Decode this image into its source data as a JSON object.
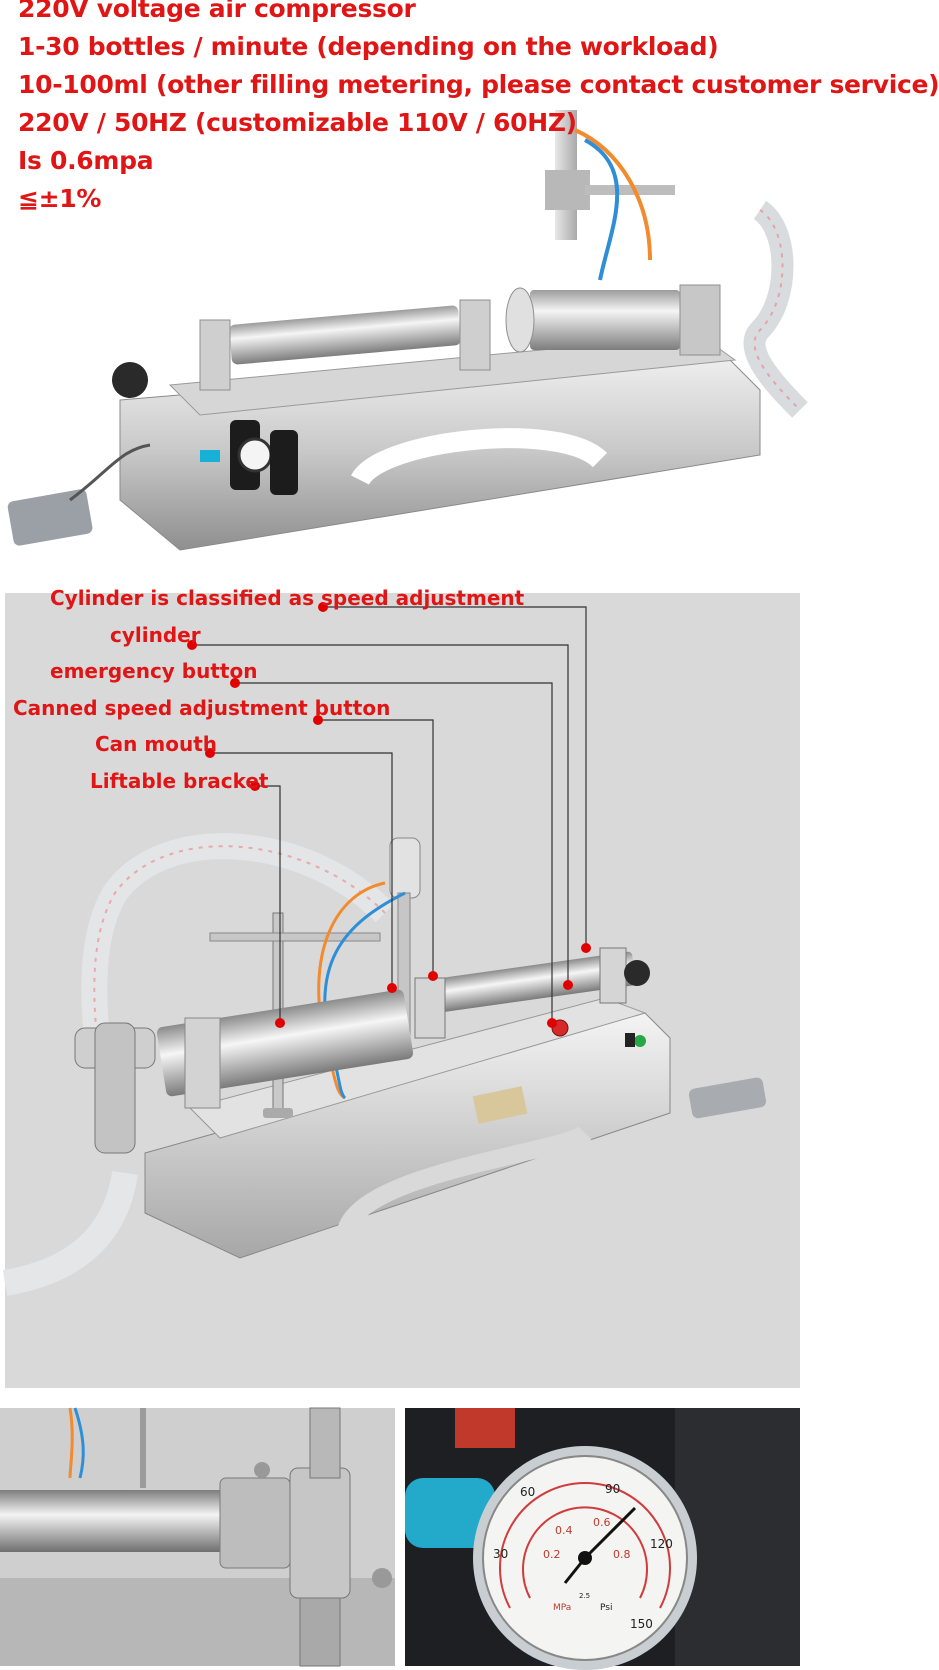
{
  "specs": [
    "220V voltage air compressor",
    "1-30 bottles / minute (depending on the workload)",
    "10-100ml (other filling metering, please contact customer service)",
    "220V / 50HZ (customizable 110V / 60HZ)",
    "Is 0.6mpa",
    "≦±1%"
  ],
  "callouts": [
    "Cylinder is classified as speed adjustment",
    "cylinder",
    "emergency button",
    "Canned speed adjustment button",
    "Can mouth",
    "Liftable bracket"
  ],
  "gauge": {
    "scale_psi": [
      "30",
      "60",
      "90",
      "120",
      "150"
    ],
    "scale_mpa": [
      "0.2",
      "0.4",
      "0.6",
      "0.8"
    ],
    "unit_mpa": "MPa",
    "unit_psi": "Psi",
    "class": "2.5"
  },
  "colors": {
    "text_accent": "#e01515",
    "callout_dot": "#e00000",
    "diagram_bg": "#d9d9d9",
    "steel": "#c8c8c8",
    "hose_orange": "#f28a2e",
    "hose_blue": "#2f8fd6"
  }
}
